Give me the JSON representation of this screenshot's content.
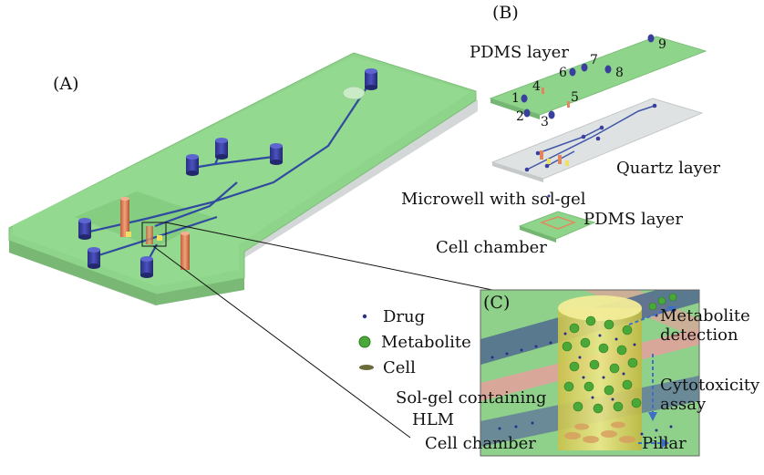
{
  "panels": {
    "a": "(A)",
    "b": "(B)",
    "c": "(C)"
  },
  "panel_b": {
    "pdms_top": "PDMS layer",
    "quartz": "Quartz layer",
    "microwell": "Microwell with sol-gel",
    "pdms_bottom": "PDMS layer",
    "cell_chamber": "Cell chamber",
    "ports": [
      "1",
      "2",
      "3",
      "4",
      "5",
      "6",
      "7",
      "8",
      "9"
    ]
  },
  "legend": {
    "drug": "Drug",
    "metabolite": "Metabolite",
    "cell": "Cell"
  },
  "panel_c": {
    "solgel_line1": "Sol-gel containing",
    "solgel_line2": "HLM",
    "cell_chamber": "Cell chamber",
    "metabolite_line1": "Metabolite",
    "metabolite_line2": "detection",
    "cyto_line1": "Cytotoxicity",
    "cyto_line2": "assay",
    "pillar": "Pillar"
  },
  "colors": {
    "pdms_green": "#8ed18a",
    "quartz_grey": "#d9dcdc",
    "reservoir_blue": "#3a3f9e",
    "pillar_orange": "#e3855c",
    "solgel_yellow": "#e6e06a",
    "metabolite_green": "#4caf3a",
    "drug_blue": "#2b2f8a"
  }
}
